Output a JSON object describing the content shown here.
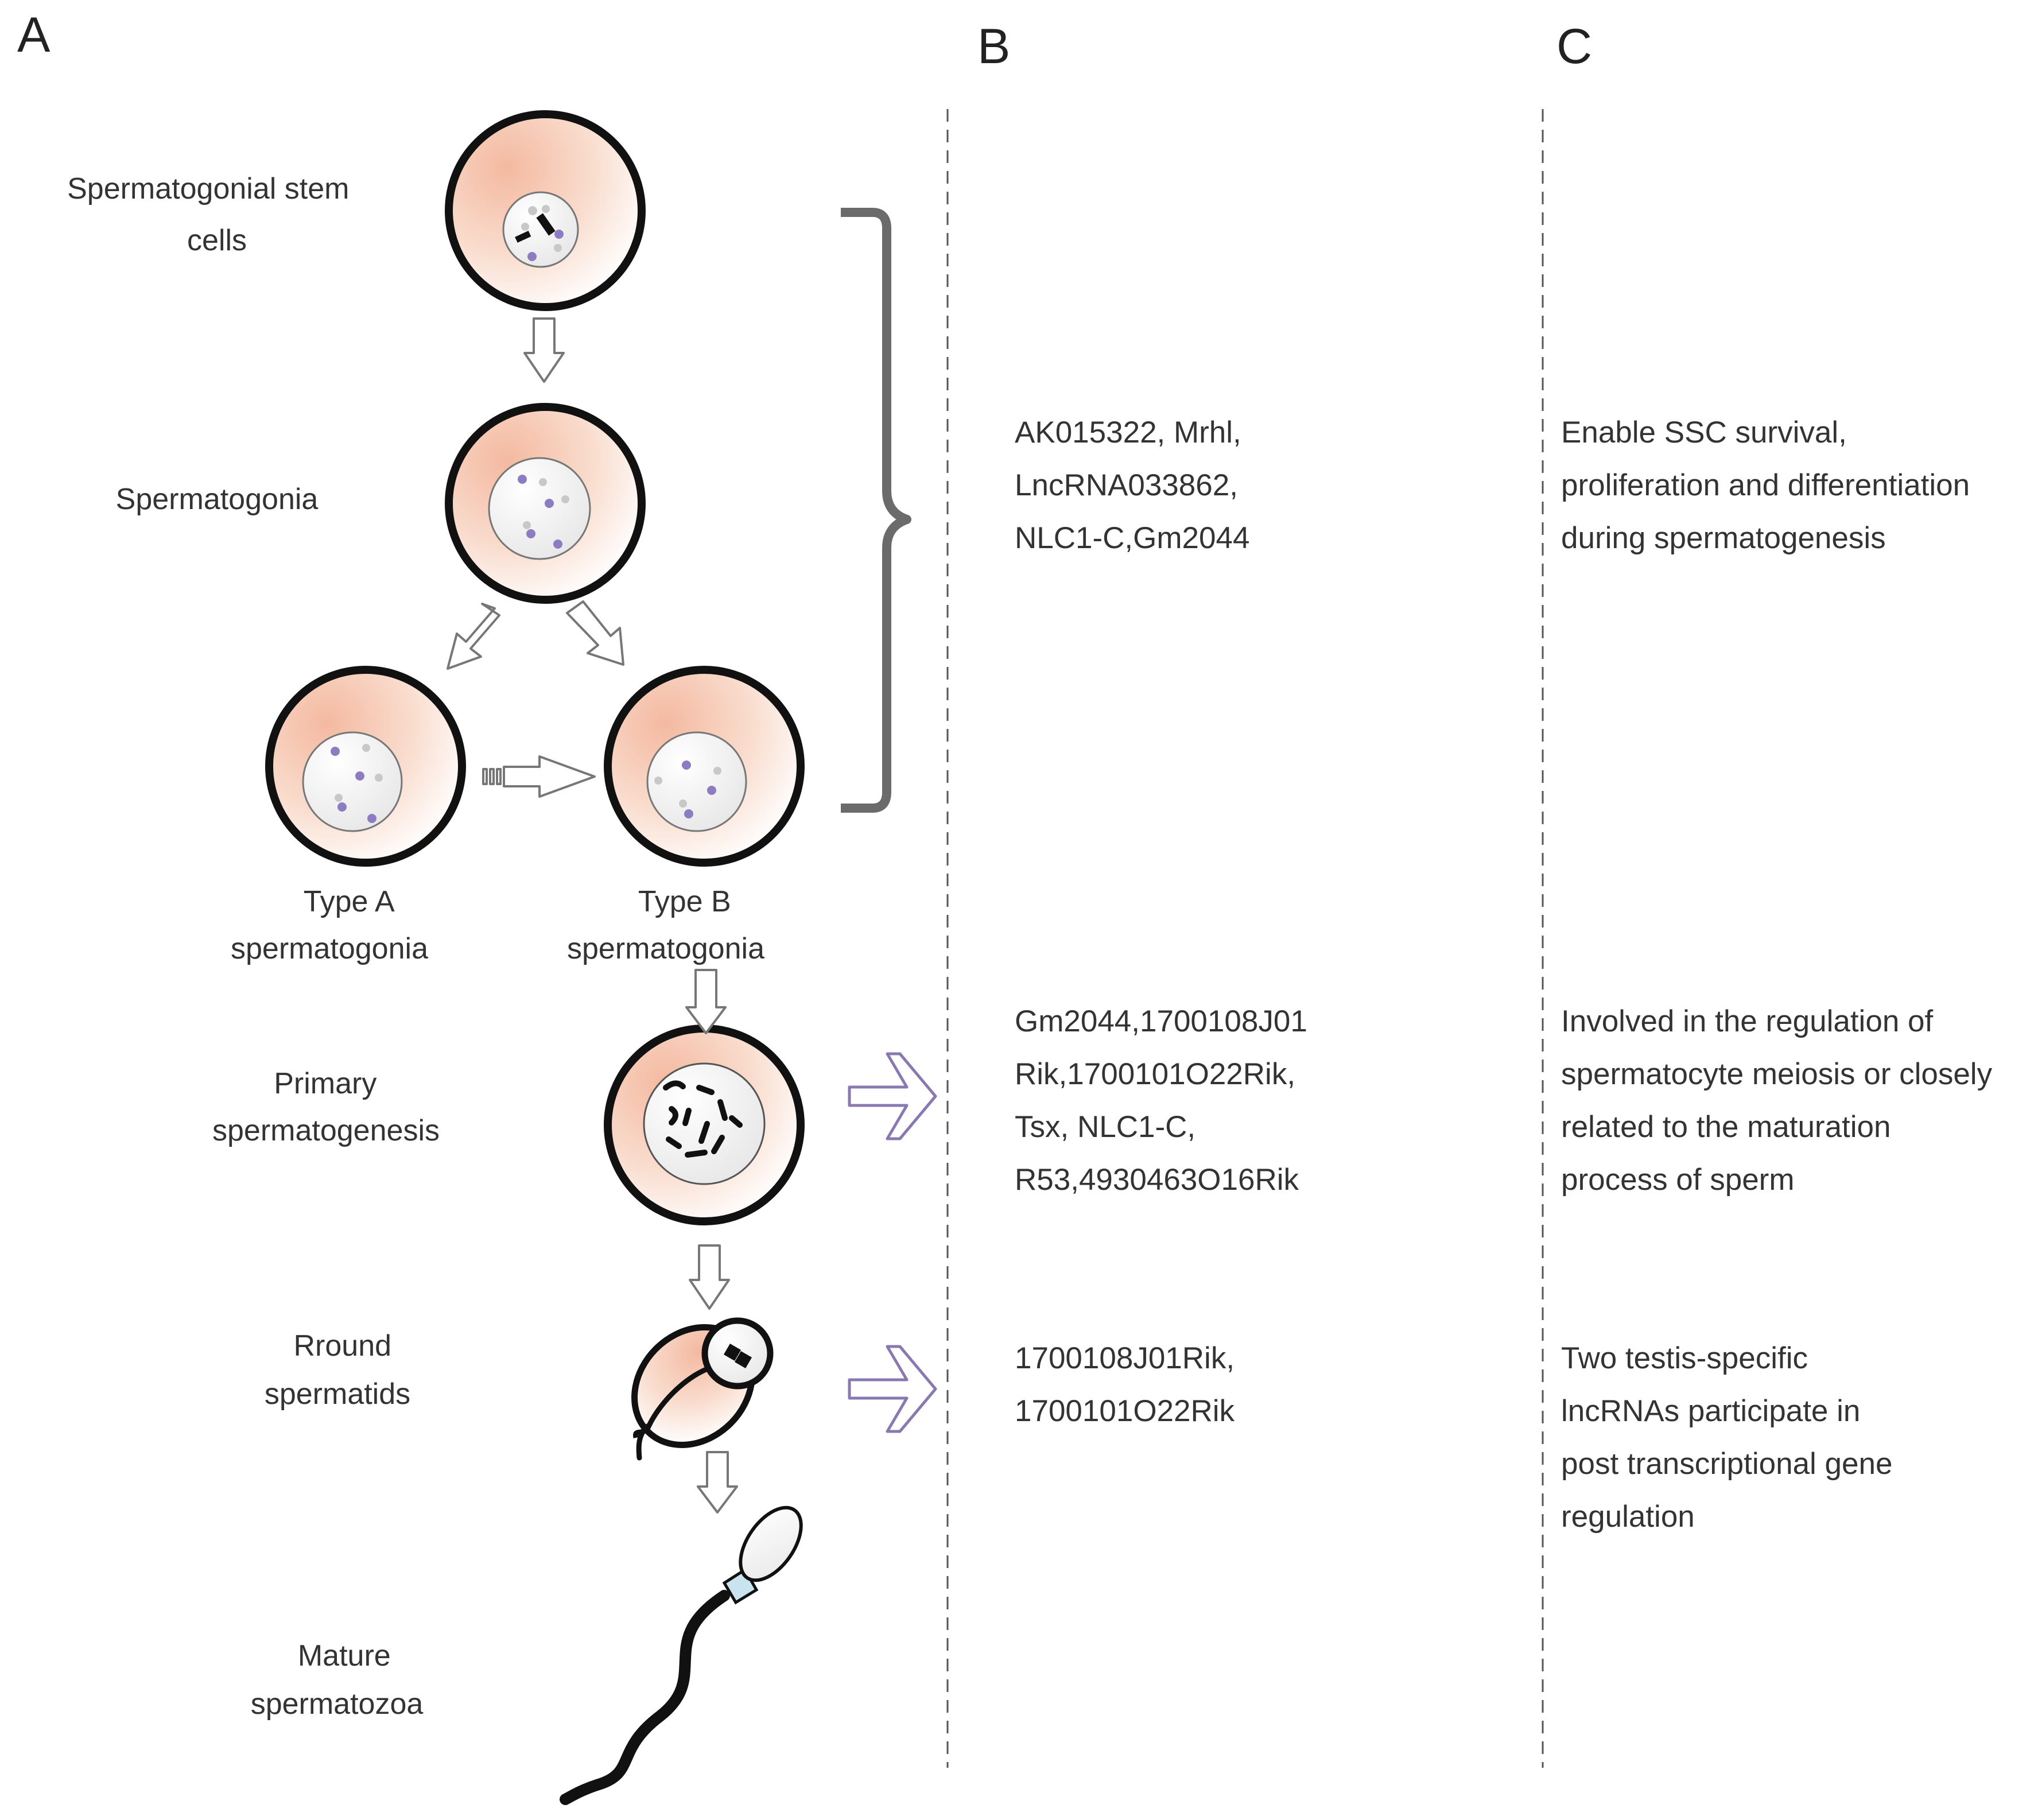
{
  "panels": {
    "a": "A",
    "b": "B",
    "c": "C"
  },
  "stages": {
    "ssc": [
      "Spermatogonial stem",
      "cells"
    ],
    "spermatogonia": "Spermatogonia",
    "type_a": [
      "Type A",
      "spermatogonia"
    ],
    "type_b": [
      "Type B",
      "spermatogonia"
    ],
    "primary": [
      "Primary",
      "spermatogenesis"
    ],
    "round": [
      "Rround",
      "spermatids"
    ],
    "mature": [
      "Mature",
      "spermatozoa"
    ]
  },
  "column_b": {
    "group1": [
      "AK015322, Mrhl,",
      "LncRNA033862,",
      "NLC1-C,Gm2044"
    ],
    "group2": [
      "Gm2044,1700108J01",
      "Rik,1700101O22Rik,",
      "Tsx, NLC1-C,",
      "R53,4930463O16Rik"
    ],
    "group3": [
      "1700108J01Rik,",
      "1700101O22Rik"
    ]
  },
  "column_c": {
    "group1": [
      "Enable SSC survival,",
      "proliferation and differentiation",
      "during spermatogenesis"
    ],
    "group2": [
      "Involved in the regulation of",
      "spermatocyte meiosis or closely",
      "related to the maturation",
      "process of sperm"
    ],
    "group3": [
      "Two testis-specific",
      "lncRNAs  participate in",
      "post transcriptional gene",
      "regulation"
    ]
  },
  "colors": {
    "cell_fill": "#f6cdb6",
    "cell_outline": "#111111",
    "nucleus": "#eeeeee",
    "dot_purple": "#8e7cc3",
    "dot_gray": "#c8c8c8",
    "bracket": "#6b6b6b",
    "purple_arrow": "#8a78b0",
    "head_blue": "#c9e3ef"
  },
  "icons": [
    "down-arrow-icon",
    "right-arrow-icon",
    "bracket-icon",
    "sperm-icon"
  ]
}
